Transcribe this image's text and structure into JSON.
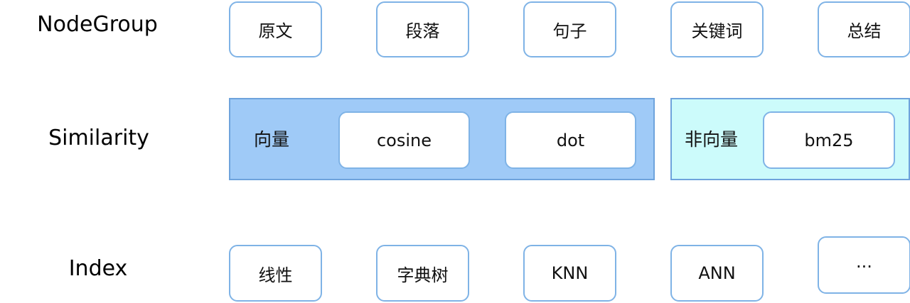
{
  "rows": {
    "nodegroup": {
      "label": "NodeGroup",
      "items": [
        "原文",
        "段落",
        "句子",
        "关键词",
        "总结"
      ]
    },
    "similarity": {
      "label": "Similarity",
      "vector_group": {
        "title": "向量",
        "items": [
          "cosine",
          "dot"
        ]
      },
      "nonvector_group": {
        "title": "非向量",
        "items": [
          "bm25"
        ]
      }
    },
    "index": {
      "label": "Index",
      "items": [
        "线性",
        "字典树",
        "KNN",
        "ANN",
        "..."
      ]
    }
  },
  "colors": {
    "box_border": "#7fb3e6",
    "vector_fill": "#9fcaf7",
    "nonvector_fill": "#ccfbfb"
  }
}
